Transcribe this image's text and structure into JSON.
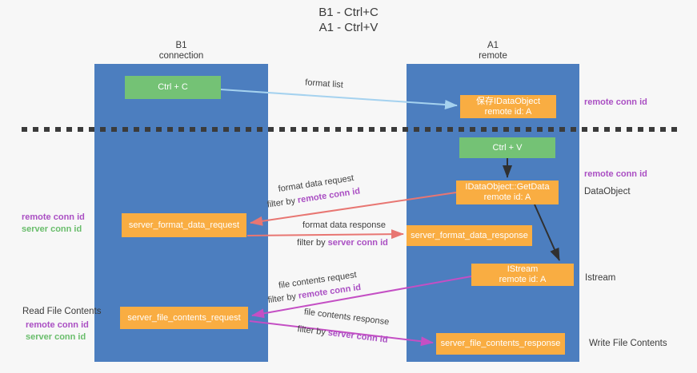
{
  "title": {
    "line1": "B1 - Ctrl+C",
    "line2": "A1 - Ctrl+V"
  },
  "lanes": {
    "left": {
      "title": "B1",
      "subtitle": "connection"
    },
    "right": {
      "title": "A1",
      "subtitle": "remote"
    }
  },
  "nodes": {
    "ctrl_c": {
      "label": "Ctrl + C"
    },
    "ctrl_v": {
      "label": "Ctrl + V"
    },
    "save_idataobject": {
      "line1": "保存IDataObject",
      "line2": "remote id: A"
    },
    "getdata": {
      "line1": "IDataObject::GetData",
      "line2": "remote id: A"
    },
    "istream": {
      "line1": "IStream",
      "line2": "remote id: A"
    },
    "server_format_data_request": {
      "label": "server_format_data_request"
    },
    "server_format_data_response": {
      "label": "server_format_data_response"
    },
    "server_file_contents_request": {
      "label": "server_file_contents_request"
    },
    "server_file_contents_response": {
      "label": "server_file_contents_response"
    }
  },
  "flow_labels": {
    "format_list": "format list",
    "format_data_request": "format data request",
    "format_data_request_filter_prefix": "filter by ",
    "format_data_request_filter_key": "remote conn id",
    "format_data_response": "format data response",
    "format_data_response_filter_prefix": "filter by ",
    "format_data_response_filter_key": "server conn id",
    "file_contents_request": "file contents request",
    "file_contents_request_filter_prefix": "filter by ",
    "file_contents_request_filter_key": "remote conn id",
    "file_contents_response": "file contents response",
    "file_contents_response_filter_prefix": "filter by ",
    "file_contents_response_filter_key": "server conn id"
  },
  "annotations": {
    "right_remote_conn_id_top": "remote conn id",
    "right_remote_conn_id_mid": "remote conn id",
    "dataobject": "DataObject",
    "istream": "Istream",
    "write_file_contents": "Write File Contents",
    "read_file_contents": "Read File Contents",
    "left_remote_conn_id_1": "remote conn id",
    "left_server_conn_id_1": "server conn id",
    "left_remote_conn_id_2": "remote conn id",
    "left_server_conn_id_2": "server conn id"
  },
  "colors": {
    "background": "#f7f7f7",
    "lane_blue": "#4c7ebf",
    "node_green": "#74c275",
    "node_orange": "#f9ad42",
    "arrow_light_blue": "#a5d2ef",
    "arrow_salmon": "#e87672",
    "arrow_magenta": "#c44fc4",
    "arrow_black": "#303030",
    "separator_dark": "#3b3b3b",
    "text_purple": "#aa4fc3",
    "text_green": "#69bd6b"
  }
}
